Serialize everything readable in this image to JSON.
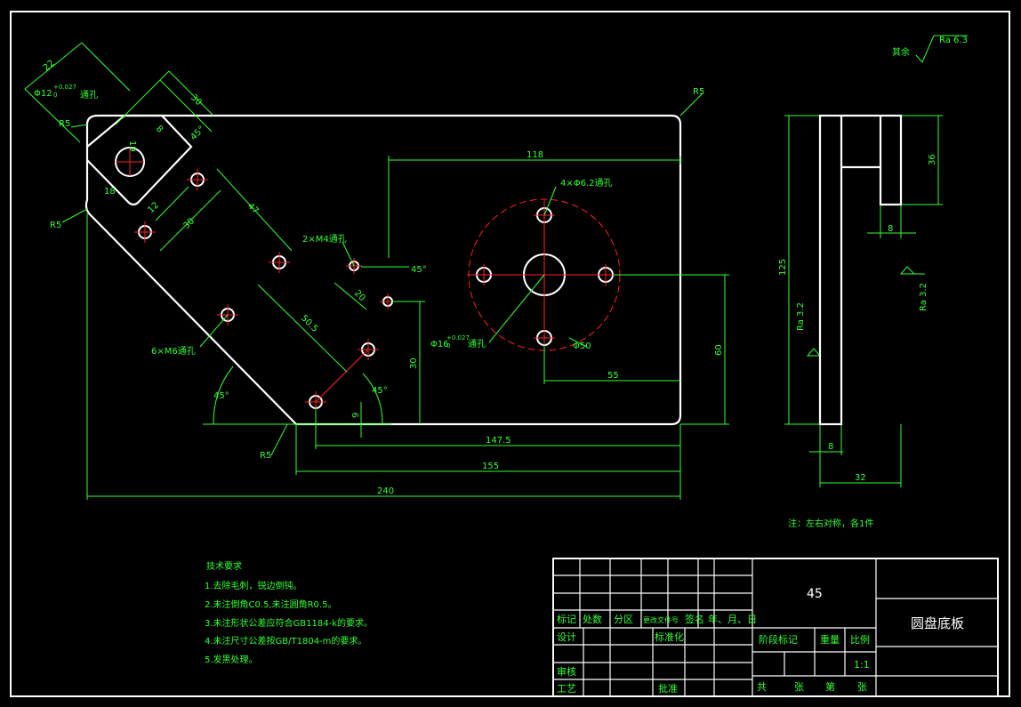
{
  "colors": {
    "outline": "#ffffff",
    "dimension": "#33ff33",
    "center": "#ff2222",
    "background": "#000000"
  },
  "dims": {
    "d22": "22",
    "d30a": "30",
    "phi12": "Φ12",
    "phi12_tol_up": "+0.027",
    "phi12_tol_lo": "0",
    "thru_hole": "通孔",
    "r5_a": "R5",
    "r5_b": "R5",
    "r5_c": "R5",
    "r5_d": "R5",
    "d19": "19",
    "d8": "8",
    "d45a": "45°",
    "d18": "18",
    "d12": "12",
    "d30b": "30",
    "d47": "47",
    "d118": "118",
    "holes4": "4×Φ6.2通孔",
    "holes2": "2×M4通孔",
    "d45b": "45°",
    "d20": "20",
    "phi16": "Φ16",
    "phi16_tol_up": "+0.027",
    "phi16_tol_lo": "0",
    "thru_hole2": "通孔",
    "d50_5": "50.5",
    "holes6": "6×M6通孔",
    "d45c": "45°",
    "d45d": "45°",
    "d9": "9",
    "d30c": "30",
    "d55": "55",
    "d60": "60",
    "phi50": "Φ50",
    "d147_5": "147.5",
    "d155": "155",
    "d240": "240",
    "d36": "36",
    "d8b": "8",
    "d125": "125",
    "ra32a": "Ra 3.2",
    "ra32b": "Ra 3.2",
    "d8c": "8",
    "d32": "32",
    "rest_label": "其余",
    "ra63": "Ra 6.3"
  },
  "note": "注：左右对称，各1件",
  "tech": {
    "title": "技术要求",
    "items": [
      "1.去除毛刺，锐边倒钝。",
      "2.未注倒角C0.5,未注圆角R0.5。",
      "3.未注形状公差应符合GB1184-k的要求。",
      "4.未注尺寸公差按GB/T1804-m的要求。",
      "5.发黑处理。"
    ]
  },
  "title_block": {
    "material": "45",
    "part_name": "圆盘底板",
    "row_labels": [
      "标记",
      "处数",
      "分区",
      "更改文件号",
      "签名",
      "年、月、日"
    ],
    "design": "设计",
    "standard": "标准化",
    "review": "审核",
    "process": "工艺",
    "approve": "批准",
    "stage": "阶段标记",
    "weight": "重量",
    "scale": "比例",
    "scale_val": "1:1",
    "total": "共",
    "sheets": "张",
    "page": "第",
    "sheet2": "张"
  }
}
